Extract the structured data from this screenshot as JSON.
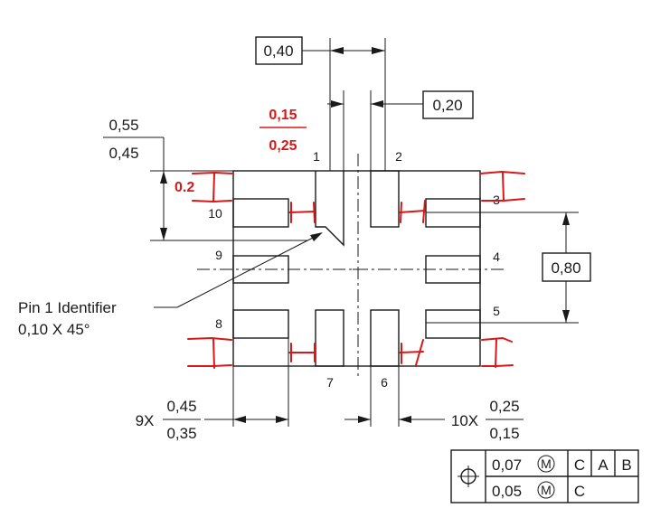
{
  "dims": {
    "top_pitch": "0,40",
    "gap_width": "0,20",
    "height_upper": "0,55",
    "height_lower": "0,45",
    "right_pitch": "0,80",
    "bottom_left_prefix": "9X",
    "bottom_left_upper": "0,45",
    "bottom_left_lower": "0,35",
    "bottom_right_prefix": "10X",
    "bottom_right_upper": "0,25",
    "bottom_right_lower": "0,15"
  },
  "annotations": {
    "red_upper": "0,15",
    "red_lower": "0,25",
    "red_side": "0.2"
  },
  "pins": [
    "1",
    "2",
    "3",
    "4",
    "5",
    "6",
    "7",
    "8",
    "9",
    "10"
  ],
  "pin1_label_line1": "Pin 1 Identifier",
  "pin1_label_line2": "0,10 X 45°",
  "tolerance": {
    "symbol": "⌖",
    "rows": [
      {
        "value": "0,07",
        "modifier": "M",
        "datums": [
          "C",
          "A",
          "B"
        ]
      },
      {
        "value": "0,05",
        "modifier": "M",
        "datums": [
          "C"
        ]
      }
    ]
  },
  "colors": {
    "annotation": "#d81818",
    "line": "#1a1a1a"
  }
}
